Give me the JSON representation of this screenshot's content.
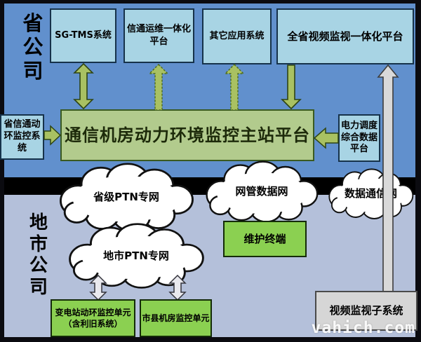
{
  "sections": {
    "province": {
      "label": "省公司"
    },
    "city": {
      "label": "地市公司"
    }
  },
  "top_systems": [
    {
      "label": "SG-TMS系统"
    },
    {
      "label": "信通运维一体化\n平台"
    },
    {
      "label": "其它应用系统"
    },
    {
      "label": "全省视频监视一体化平台"
    }
  ],
  "main_platform": {
    "label": "通信机房动力环境监控主站平台"
  },
  "side_systems": {
    "left": {
      "label": "省信通动\n环监控系\n统"
    },
    "right": {
      "label": "电力调度\n综合数据\n平台"
    }
  },
  "networks": [
    {
      "label": "省级PTN专网"
    },
    {
      "label": "网管数据网"
    },
    {
      "label": "数据通信网"
    },
    {
      "label": "地市PTN专网"
    }
  ],
  "bottom_units": {
    "maintenance_terminal": {
      "label": "维护终端"
    },
    "substation_unit": {
      "label": "变电站动环监控单元\n（含利旧系统）"
    },
    "county_room_unit": {
      "label": "市县机房监控单元"
    },
    "video_subsystem": {
      "label": "视频监视子系统"
    }
  },
  "watermark": "vahich.com",
  "colors": {
    "top_background": "#6190cd",
    "bottom_background": "#b4c0da",
    "band": "#000000",
    "blue_box": "#a8d4e4",
    "green_box": "#8bd051",
    "platform_box": "#b2cb8d",
    "green_arrow": "#a9c162",
    "gray_arrow": "#d9d9d9",
    "gray_box": "#d6d6d6"
  }
}
